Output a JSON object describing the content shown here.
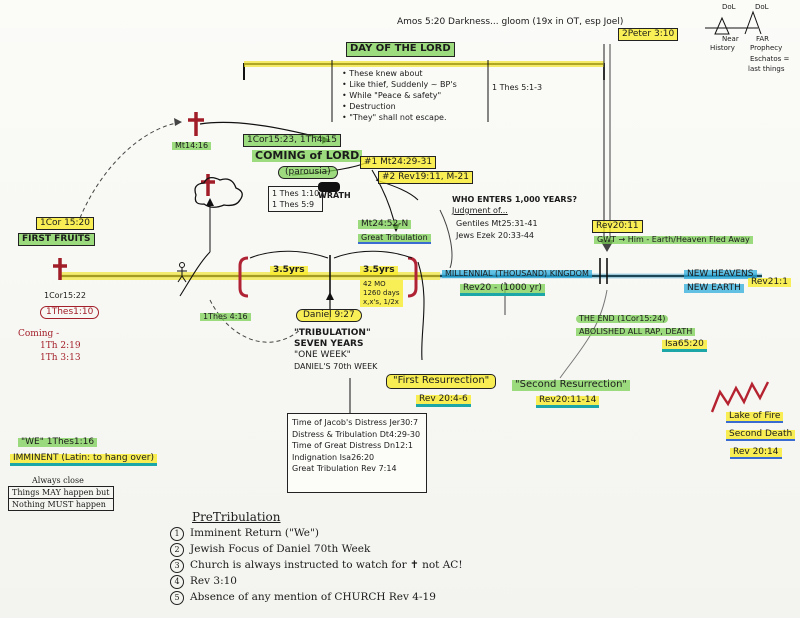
{
  "amos": "Amos 5:20 Darkness... gloom (19x in OT, esp Joel)",
  "pet_ref": "2Peter 3:10",
  "dol_top": "DoL",
  "dol_labels": [
    "Near",
    "History",
    "FAR",
    "Prophecy",
    "Eschatos =",
    "last things"
  ],
  "day_of_lord": "DAY OF THE LORD",
  "dol_points": [
    "These knew about",
    "Like thief, Suddenly ~ BP's",
    "While \"Peace & safety\"",
    "Destruction",
    "\"They\" shall not escape."
  ],
  "dol_ref": "1 Thes 5:1-3",
  "mt1416": "Mt14:16",
  "coming_refs": "1Cor15:23, 1Th4:15",
  "coming_title": "COMING of LORD",
  "parousia": "(parousia)",
  "wrath_refs": [
    "1 Thes 1:10",
    "1 Thes 5:9"
  ],
  "wrath": "WRATH",
  "mt2431": "#1 Mt24:29-31",
  "rev1911": "#2 Rev19:11, M-21",
  "mt2152": "Mt24:52-N",
  "great_trib": "Great Tribulation",
  "who_enters": "WHO ENTERS 1,000 YEARS?",
  "judgment": "Judgment of...",
  "gentiles": "Gentiles Mt25:31-41",
  "jews": "Jews Ezek 20:33-44",
  "firstfruits_ref": "1Cor 15:20",
  "firstfruits": "FIRST FRUITS",
  "cor1522": "1Cor15:22",
  "thes110": "1Thes1:10",
  "coming_red": [
    "Coming -",
    "1Th 2:19",
    "1Th 3:13"
  ],
  "half1": "3.5yrs",
  "half2": "3.5yrs",
  "days": [
    "42 MO",
    "1260 days",
    "x,x's, 1/2x"
  ],
  "thes416": "1Thes 4:16",
  "daniel927": "Daniel 9:27",
  "tribulation_7": [
    "\"TRIBULATION\"",
    "SEVEN YEARS",
    "\"ONE WEEK\"",
    "DANIEL'S 70th WEEK"
  ],
  "millennial": "MILLENNIAL (THOUSAND) KINGDOM",
  "rev20_1000": "Rev20 - (1000 yr)",
  "rev2011": "Rev20:11",
  "gwt": "GWT → Him - Earth/Heaven Fled Away",
  "new_heavens": "NEW HEAVENS",
  "new_earth": "NEW EARTH",
  "rev211": "Rev21:1",
  "the_end": "THE END (1Cor15:24)",
  "abolished": "ABOLISHED ALL RAP, DEATH",
  "isa6520": "Isa65:20",
  "first_res": "\"First Resurrection\"",
  "first_res_ref": "Rev 20:4-6",
  "second_res": "\"Second Resurrection\"",
  "second_res_ref": "Rev20:11-14",
  "lake": "Lake of Fire",
  "second_death": "Second Death",
  "rev2014": "Rev 20:14",
  "we": "\"WE\" 1Thes1:16",
  "imminent": "IMMINENT (Latin: to hang over)",
  "always": [
    "Always close",
    "Things MAY happen but",
    "Nothing MUST happen"
  ],
  "trib_list": [
    "Time of Jacob's Distress Jer30:7",
    "Distress & Tribulation Dt4:29-30",
    "Time of Great Distress Dn12:1",
    "Indignation Isa26:20",
    "Great Tribulation Rev 7:14"
  ],
  "pretrib_title": "PreTribulation",
  "pretrib_items": [
    {
      "n": "1",
      "text": "Imminent Return (\"We\")"
    },
    {
      "n": "2",
      "text": "Jewish Focus of Daniel 70th Week"
    },
    {
      "n": "3",
      "text": "Church is always instructed to watch for ✝ not AC!"
    },
    {
      "n": "4",
      "text": "Rev 3:10"
    },
    {
      "n": "5",
      "text": "Absence of any mention of CHURCH Rev 4-19"
    }
  ],
  "colors": {
    "yellow": "#f8ec28",
    "green": "#78ce50",
    "blue": "#28aadc",
    "red": "#a3202a",
    "teal": "#1da6a8"
  }
}
